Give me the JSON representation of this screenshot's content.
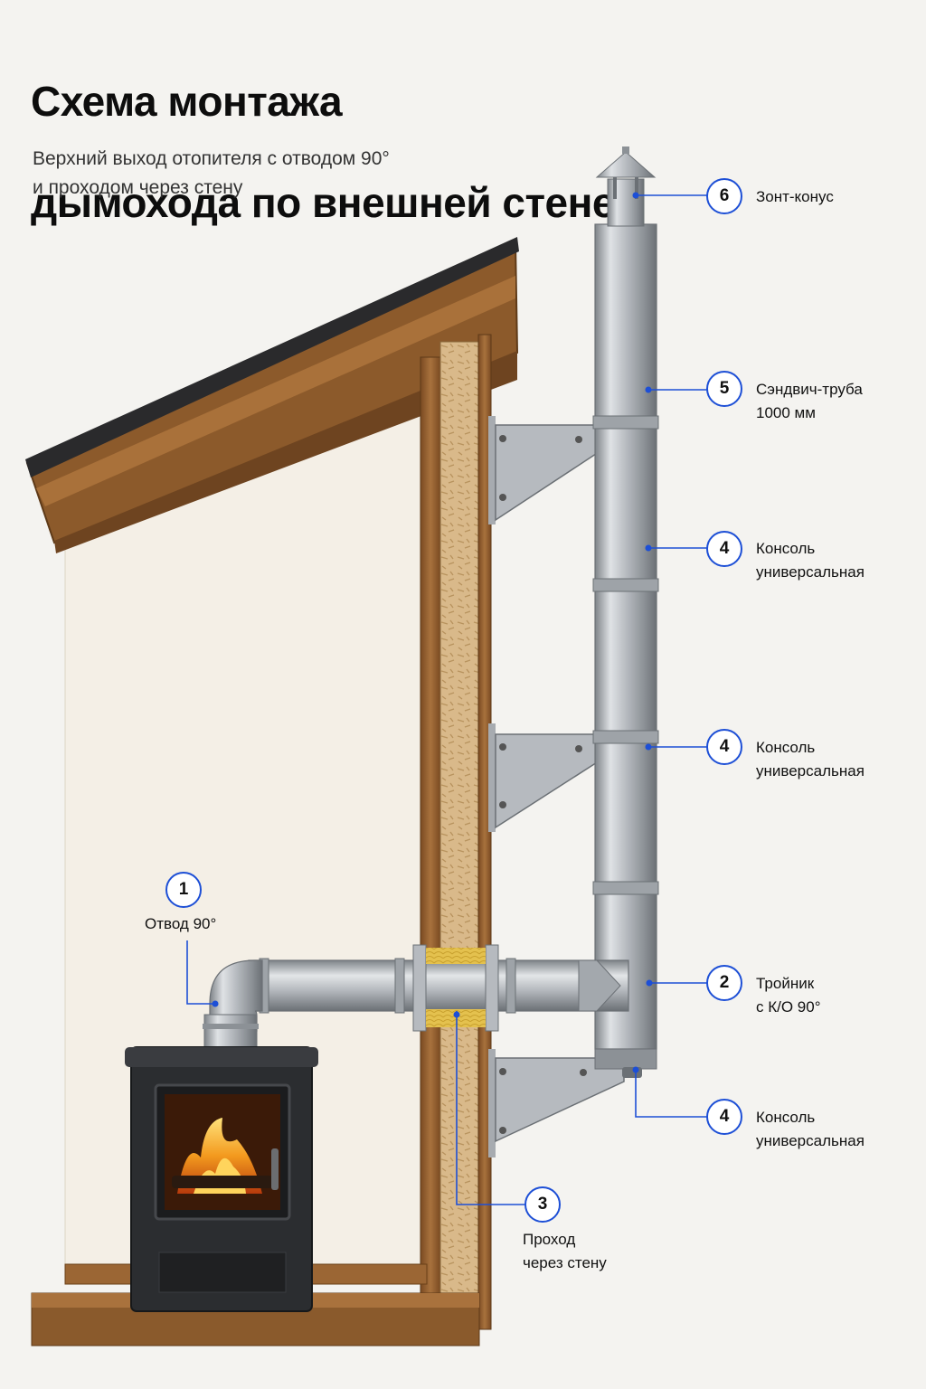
{
  "title": {
    "line1": "Схема монтажа",
    "line2": "дымохода по внешней стене"
  },
  "subtitle": {
    "line1": "Верхний выход отопителя с отводом 90°",
    "line2": "и проходом через стену"
  },
  "callouts": [
    {
      "number": "6",
      "line1": "Зонт-конус",
      "line2": ""
    },
    {
      "number": "5",
      "line1": "Сэндвич-труба",
      "line2": "1000 мм"
    },
    {
      "number": "4",
      "line1": "Консоль",
      "line2": "универсальная"
    },
    {
      "number": "4",
      "line1": "Консоль",
      "line2": "универсальная"
    },
    {
      "number": "1",
      "line1": "Отвод 90°",
      "line2": ""
    },
    {
      "number": "2",
      "line1": "Тройник",
      "line2": "с К/О 90°"
    },
    {
      "number": "4",
      "line1": "Консоль",
      "line2": "универсальная"
    },
    {
      "number": "3",
      "line1": "Проход",
      "line2": "через стену"
    }
  ],
  "colors": {
    "accent_blue": "#1d4fd6",
    "steel": "#b9bdc2",
    "wood": "#9b6634",
    "insulation": "#d9b98a",
    "stove": "#2b2d30",
    "fire": "#f39a1e",
    "wall": "#f4efe6"
  }
}
